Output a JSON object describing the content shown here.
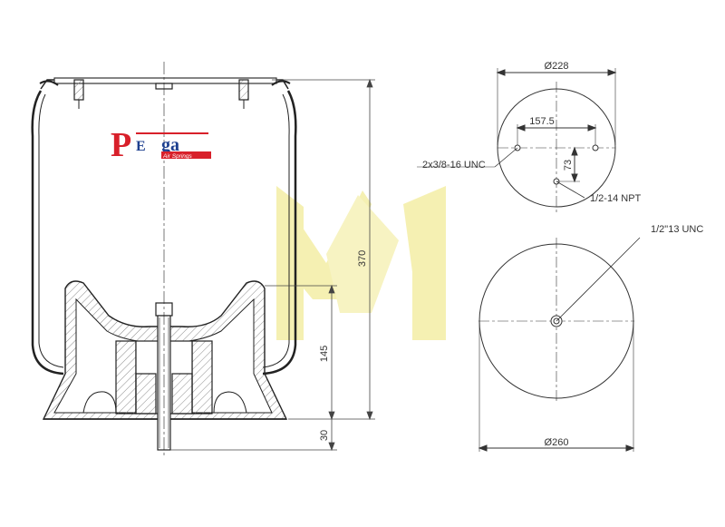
{
  "brand": {
    "logo_text": "PEga",
    "logo_subtitle": "Air Springs",
    "colors": {
      "red": "#d8202a",
      "blue": "#1d3f8f",
      "watermark": "#f2eca6"
    }
  },
  "dimensions": {
    "top_plate_diameter": "Ø228",
    "stud_spacing": "157.5",
    "air_inlet_offset": "73",
    "stud_thread": "2x3/8-16 UNC",
    "air_inlet_thread": "1/2-14 NPT",
    "bottom_thread": "1/2\"13 UNC",
    "bottom_diameter": "Ø260",
    "overall_height": "370",
    "piston_height": "145",
    "stud_length": "30"
  }
}
